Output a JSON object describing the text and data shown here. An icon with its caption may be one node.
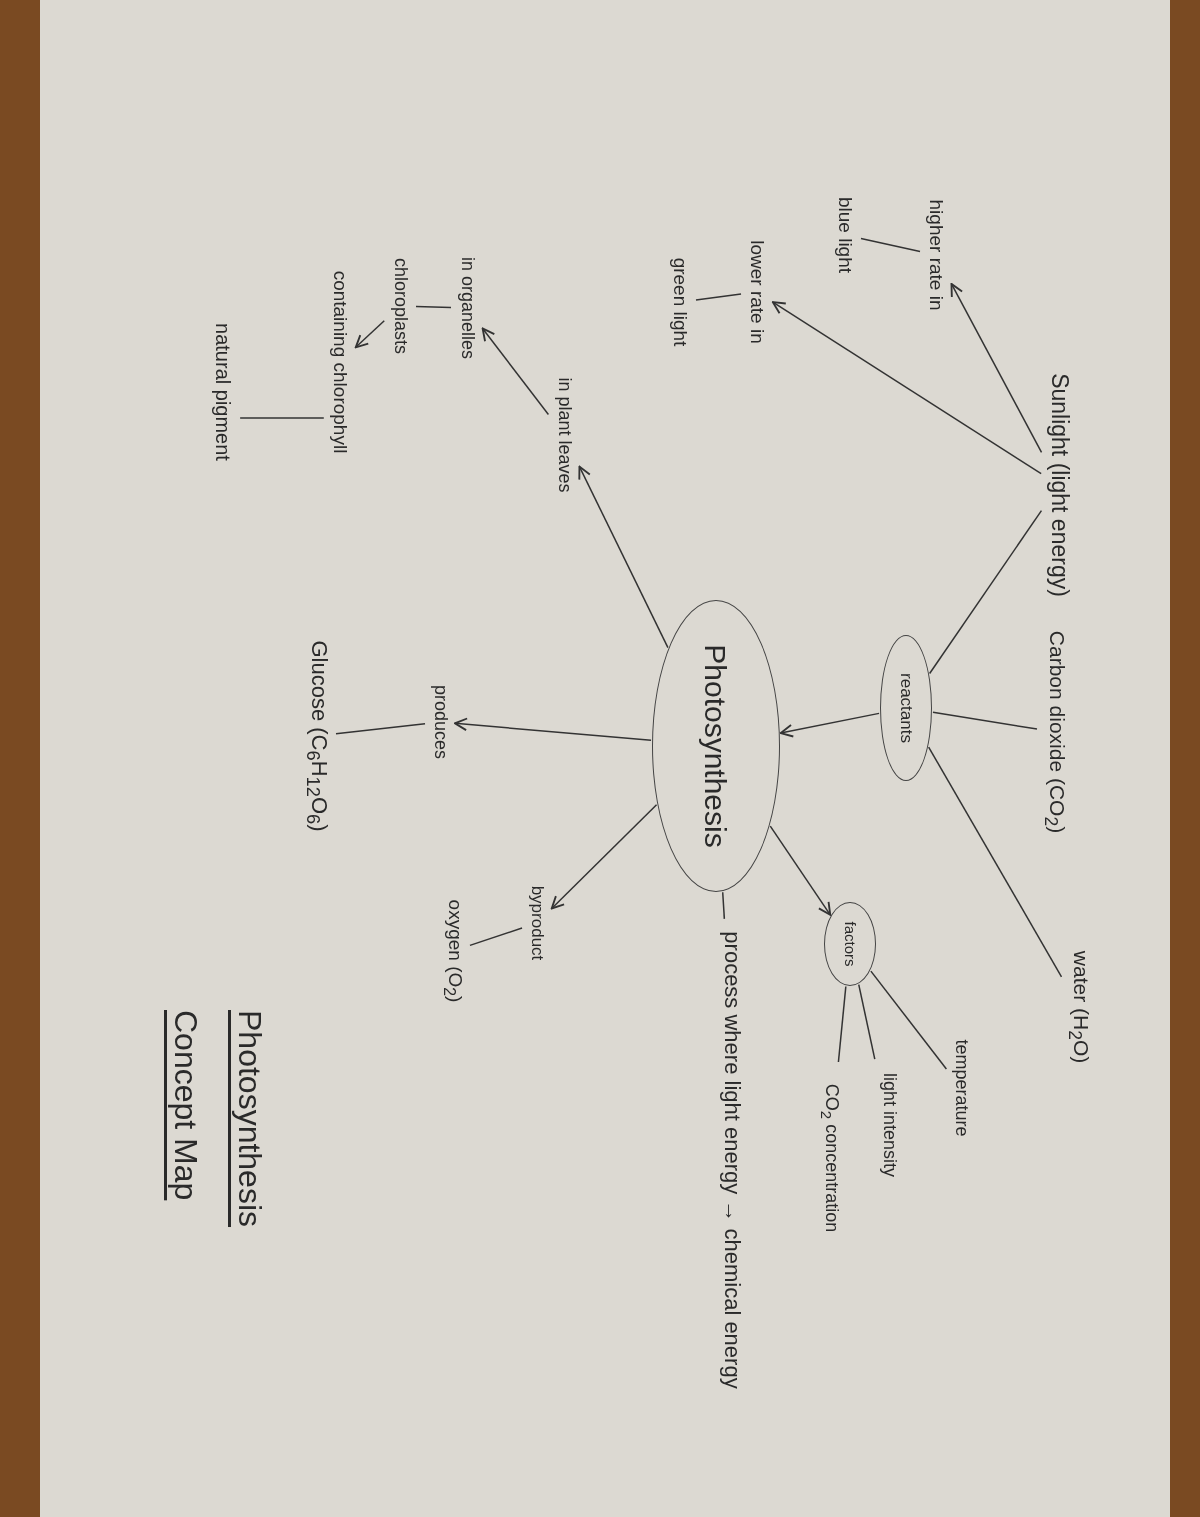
{
  "diagram": {
    "title": "Photosynthesis Concept Map",
    "nodes": [
      {
        "text": [
          "Sunlight (light energy)"
        ]
      },
      {
        "text": [
          "Carbon dioxide (CO$_{2}$)"
        ]
      },
      {
        "text": [
          "water (H$_{2}$O)"
        ]
      },
      {
        "text": [
          "higher rate in"
        ]
      },
      {
        "text": [
          "blue light"
        ]
      },
      {
        "text": [
          "lower rate in"
        ]
      },
      {
        "text": [
          "green light"
        ]
      },
      {
        "text": [
          "reactants"
        ]
      },
      {
        "text": [
          "Photosynthesis"
        ]
      },
      {
        "text": [
          "factors"
        ]
      },
      {
        "text": [
          "temperature"
        ]
      },
      {
        "text": [
          "light intensity"
        ]
      },
      {
        "text": [
          "CO$_{2}$ concentration"
        ]
      },
      {
        "text": [
          "process where light energy → chemical energy"
        ]
      },
      {
        "text": [
          "in plant leaves"
        ]
      },
      {
        "text": [
          "in organelles"
        ]
      },
      {
        "text": [
          "chloroplasts"
        ]
      },
      {
        "text": [
          "containing chlorophyll"
        ]
      },
      {
        "text": [
          "natural pigment"
        ]
      },
      {
        "text": [
          "produces"
        ]
      },
      {
        "text": [
          "Glucose (C$_{6}$H$_{12}$O$_{6}$)"
        ]
      },
      {
        "text": [
          "byproduct"
        ]
      },
      {
        "text": [
          "oxygen (O$_{2}$)"
        ]
      }
    ],
    "edges": [
      {
        "from": 0,
        "to": 3,
        "arrow": "to"
      },
      {
        "from": 0,
        "to": 5,
        "arrow": "to"
      },
      {
        "from": 0,
        "to": 7,
        "arrow": "none"
      },
      {
        "from": 1,
        "to": 7,
        "arrow": "none"
      },
      {
        "from": 2,
        "to": 7,
        "arrow": "none"
      },
      {
        "from": 7,
        "to": 8,
        "arrow": "to"
      },
      {
        "from": 8,
        "to": 9,
        "arrow": "to"
      },
      {
        "from": 9,
        "to": 10,
        "arrow": "none"
      },
      {
        "from": 9,
        "to": 11,
        "arrow": "none"
      },
      {
        "from": 9,
        "to": 12,
        "arrow": "none"
      },
      {
        "from": 8,
        "to": 13,
        "arrow": "none"
      },
      {
        "from": 8,
        "to": 14,
        "arrow": "to"
      },
      {
        "from": 14,
        "to": 15,
        "arrow": "to"
      },
      {
        "from": 15,
        "to": 16,
        "arrow": "none"
      },
      {
        "from": 16,
        "to": 17,
        "arrow": "to"
      },
      {
        "from": 17,
        "to": 18,
        "arrow": "none"
      },
      {
        "from": 8,
        "to": 19,
        "arrow": "to"
      },
      {
        "from": 19,
        "to": 20,
        "arrow": "none"
      },
      {
        "from": 8,
        "to": 21,
        "arrow": "to"
      },
      {
        "from": 21,
        "to": 22,
        "arrow": "none"
      },
      {
        "from": 3,
        "to": 4,
        "arrow": "none"
      },
      {
        "from": 5,
        "to": 6,
        "arrow": "none"
      }
    ]
  }
}
